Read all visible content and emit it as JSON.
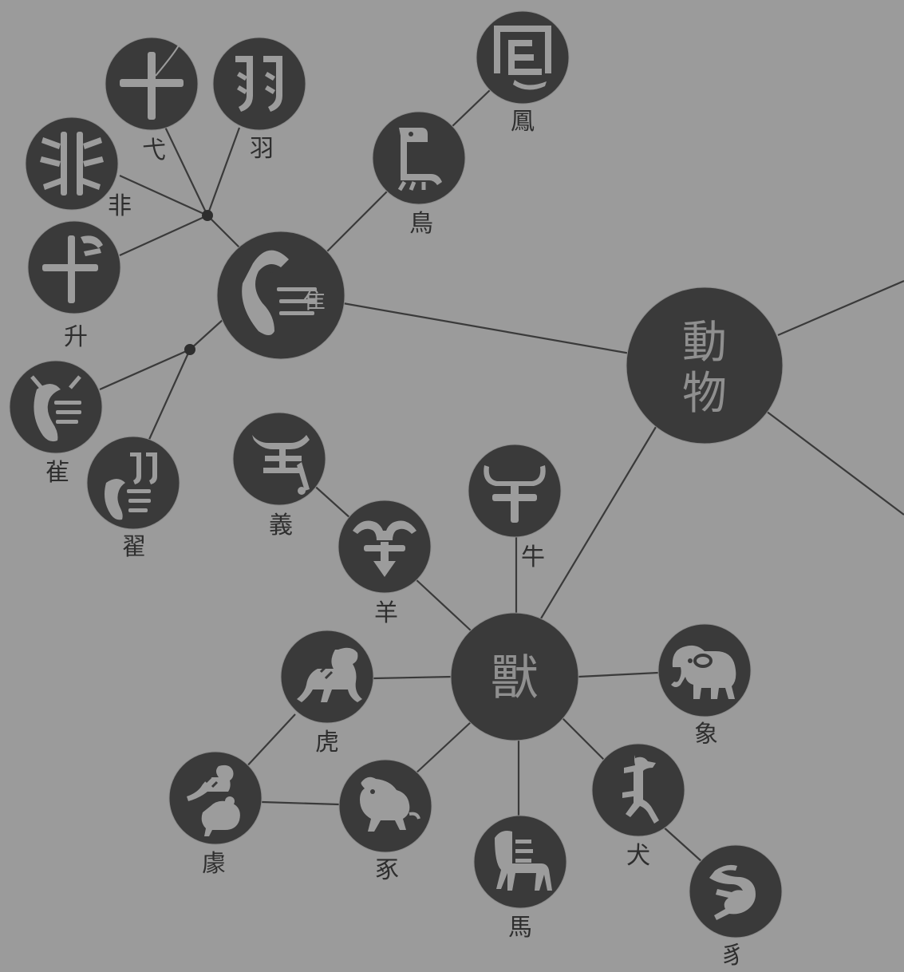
{
  "hubs": {
    "animal": {
      "label_line1": "動",
      "label_line2": "物"
    },
    "beast": {
      "label": "獸"
    },
    "zhui": {
      "label": "隹"
    }
  },
  "nodes": {
    "feng": {
      "label": "鳳",
      "glyph_icon": "phoenix-oracle-glyph-icon"
    },
    "niao": {
      "label": "鳥",
      "glyph_icon": "bird-oracle-glyph-icon"
    },
    "yi_arrow": {
      "label": "弋",
      "glyph_icon": "arrow-oracle-glyph-icon"
    },
    "yu": {
      "label": "羽",
      "glyph_icon": "feather-oracle-glyph-icon"
    },
    "fei": {
      "label": "非",
      "glyph_icon": "wings-oracle-glyph-icon"
    },
    "sheng": {
      "label": "升",
      "glyph_icon": "rise-oracle-glyph-icon"
    },
    "huan": {
      "label": "雈",
      "glyph_icon": "owl-oracle-glyph-icon"
    },
    "zhai": {
      "label": "翟",
      "glyph_icon": "pheasant-oracle-glyph-icon"
    },
    "yi_righteous": {
      "label": "義",
      "glyph_icon": "righteous-oracle-glyph-icon"
    },
    "yang": {
      "label": "羊",
      "glyph_icon": "sheep-oracle-glyph-icon"
    },
    "niu": {
      "label": "牛",
      "glyph_icon": "ox-oracle-glyph-icon"
    },
    "hu": {
      "label": "虎",
      "glyph_icon": "tiger-oracle-glyph-icon"
    },
    "ju": {
      "label": "豦",
      "glyph_icon": "tiger-boar-oracle-glyph-icon"
    },
    "shi": {
      "label": "豖",
      "glyph_icon": "pig-oracle-glyph-icon"
    },
    "ma": {
      "label": "馬",
      "glyph_icon": "horse-oracle-glyph-icon"
    },
    "quan": {
      "label": "犬",
      "glyph_icon": "dog-oracle-glyph-icon"
    },
    "zhi": {
      "label": "豸",
      "glyph_icon": "beast-oracle-glyph-icon"
    },
    "xiang": {
      "label": "象",
      "glyph_icon": "elephant-oracle-glyph-icon"
    }
  }
}
